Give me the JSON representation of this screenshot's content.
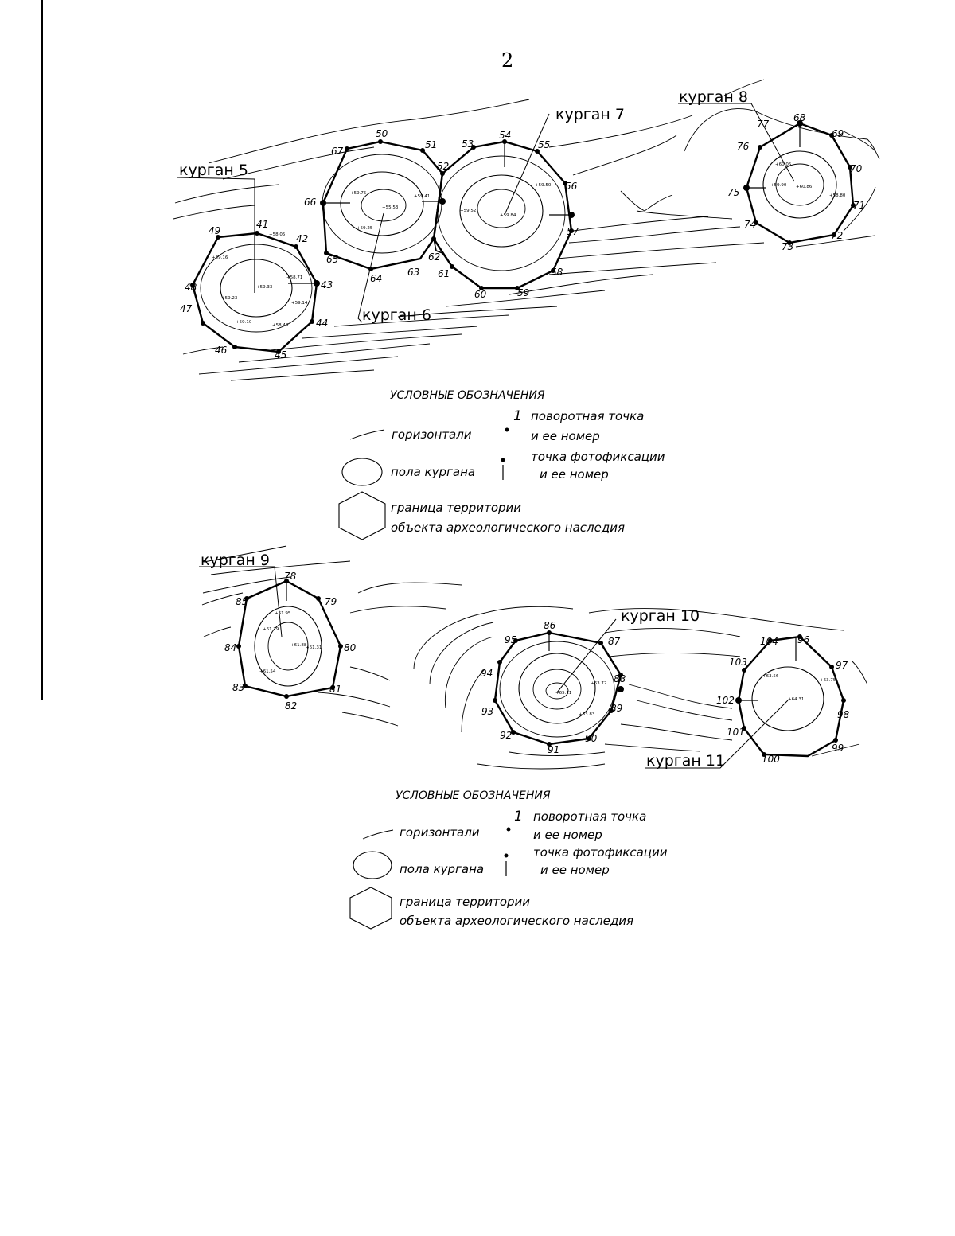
{
  "page_number": "2",
  "mounds": {
    "k5": "курган 5",
    "k6": "курган 6",
    "k7": "курган 7",
    "k8": "курган 8",
    "k9": "курган 9",
    "k10": "курган 10",
    "k11": "курган 11"
  },
  "legend": {
    "title": "УСЛОВНЫЕ ОБОЗНАЧЕНИЯ",
    "num": "1",
    "turn_point_1": "поворотная точка",
    "turn_point_2": "и ее номер",
    "contours": "горизонтали",
    "photo_1": "точка фотофиксации",
    "photo_2": "и ее номер",
    "floor": "пола кургана",
    "boundary_1": "граница территории",
    "boundary_2": "объекта археологического наследия"
  },
  "points": {
    "p41": "41",
    "p42": "42",
    "p43": "43",
    "p44": "44",
    "p45": "45",
    "p46": "46",
    "p47": "47",
    "p48": "48",
    "p49": "49",
    "p50": "50",
    "p51": "51",
    "p52": "52",
    "p53": "53",
    "p54": "54",
    "p55": "55",
    "p56": "56",
    "p57": "57",
    "p58": "58",
    "p59": "59",
    "p60": "60",
    "p61": "61",
    "p62": "62",
    "p63": "63",
    "p64": "64",
    "p65": "65",
    "p66": "66",
    "p67": "67",
    "p68": "68",
    "p69": "69",
    "p70": "70",
    "p71": "71",
    "p72": "72",
    "p73": "73",
    "p74": "74",
    "p75": "75",
    "p76": "76",
    "p77": "77",
    "p78": "78",
    "p79": "79",
    "p80": "80",
    "p81": "81",
    "p82": "82",
    "p83": "83",
    "p84": "84",
    "p85": "85",
    "p86": "86",
    "p87": "87",
    "p88": "88",
    "p89": "89",
    "p90": "90",
    "p91": "91",
    "p92": "92",
    "p93": "93",
    "p94": "94",
    "p95": "95",
    "p96": "96",
    "p97": "97",
    "p98": "98",
    "p99": "99",
    "p100": "100",
    "p101": "101",
    "p102": "102",
    "p103": "103",
    "p104": "104"
  },
  "elevations": {
    "e1": "+59.33",
    "e2": "+59.23",
    "e3": "+59.16",
    "e4": "+58.05",
    "e5": "+58.71",
    "e6": "+59.14",
    "e7": "+59.10",
    "e8": "+58.48",
    "e9": "+55.53",
    "e10": "+59.75",
    "e11": "+59.25",
    "e12": "+59.41",
    "e13": "+59.84",
    "e14": "+59.50",
    "e15": "+59.52",
    "e16": "+60.86",
    "e17": "+60.05",
    "e18": "+58.80",
    "e19": "+59.90",
    "e20": "+61.88",
    "e21": "+61.95",
    "e22": "+61.54",
    "e23": "+61.79",
    "e24": "+61.31",
    "e25": "+65.11",
    "e26": "+63.72",
    "e27": "+63.83",
    "e28": "+64.31",
    "e29": "+63.56",
    "e30": "+63.75"
  }
}
